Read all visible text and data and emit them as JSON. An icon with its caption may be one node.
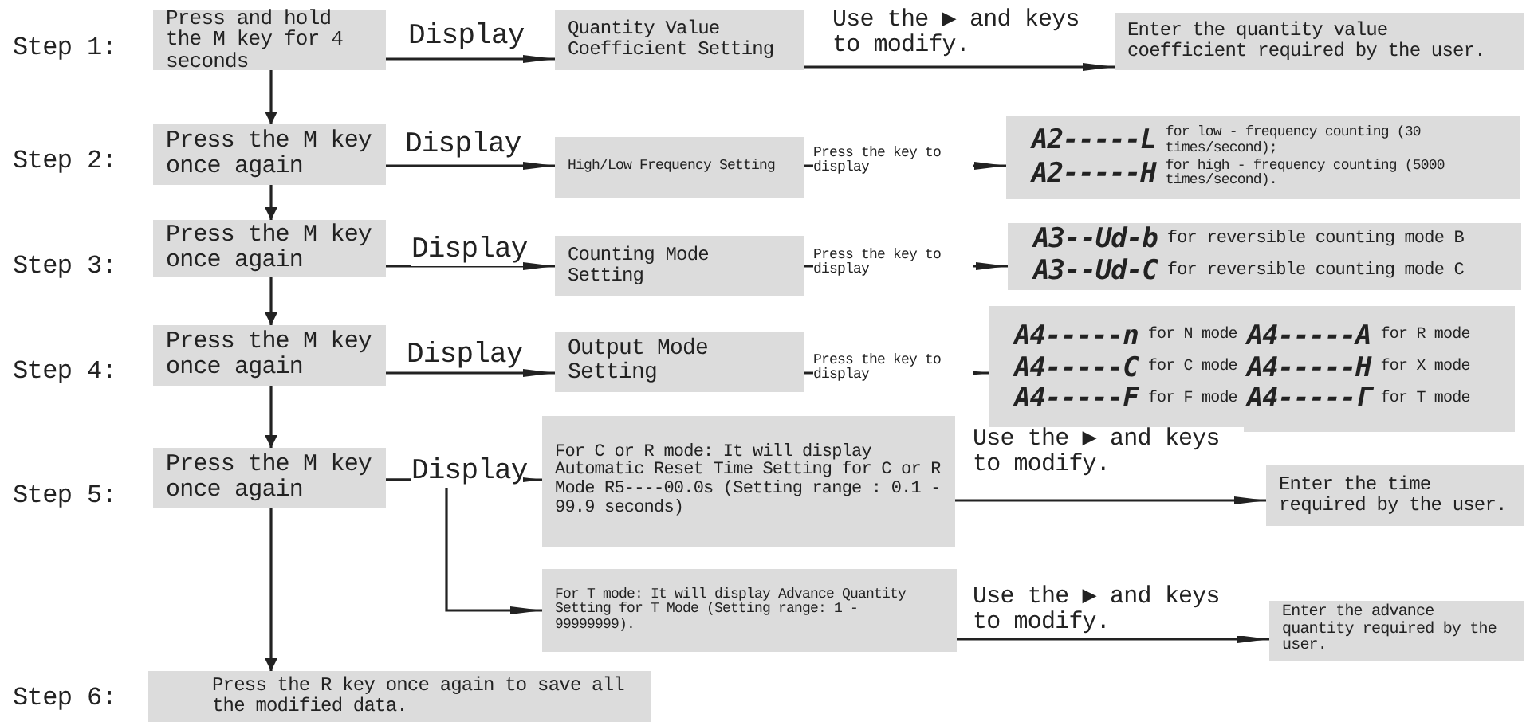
{
  "diagram": {
    "nodes": [
      {
        "text": [
          "Press and hold the M key for 4 seconds"
        ]
      },
      {
        "text": [
          "Quantity Value Coefficient Setting"
        ]
      },
      {
        "text": [
          "Enter the quantity value coefficient required by the user."
        ]
      },
      {
        "text": [
          "Press the M key once again"
        ]
      },
      {
        "text": [
          "High/Low Frequency Setting"
        ]
      },
      {
        "text": [
          "A2-----L",
          "for low - frequency counting (30 times/second);",
          "A2-----H",
          "for high - frequency counting (5000 times/second)."
        ]
      },
      {
        "text": [
          "Press the M key once again"
        ]
      },
      {
        "text": [
          "Counting Mode Setting"
        ]
      },
      {
        "text": [
          "A3--Ud-b",
          "for reversible counting mode B",
          "A3--Ud-C",
          "for reversible counting mode C"
        ]
      },
      {
        "text": [
          "Press the M key once again"
        ]
      },
      {
        "text": [
          "Output Mode Setting"
        ]
      },
      {
        "text": [
          "A4-----n",
          "for N mode",
          "A4-----A",
          "for R mode",
          "A4-----C",
          "for C mode",
          "A4-----H",
          "for X mode",
          "A4-----F",
          "for F mode",
          "A4-----Γ",
          "for T mode"
        ]
      },
      {
        "text": [
          "Press the M key once again"
        ]
      },
      {
        "text": [
          "For C or R mode: It will display Automatic Reset Time Setting for C or R Mode R5----00.0s (Setting range : 0.1 - 99.9 seconds)"
        ]
      },
      {
        "text": [
          "Enter the time required by the user."
        ]
      },
      {
        "text": [
          "For T mode: It will display Advance Quantity Setting for T Mode (Setting range: 1 - 99999999)."
        ]
      },
      {
        "text": [
          "Enter the advance quantity required by the user."
        ]
      },
      {
        "text": [
          "Press the R key once again to save all the modified data."
        ]
      }
    ],
    "edges": [
      {
        "from": 0,
        "to": 1,
        "arrow": "to",
        "label": "Display"
      },
      {
        "from": 1,
        "to": 2,
        "arrow": "to",
        "label": "Use the ▶ and keys to modify."
      },
      {
        "from": 0,
        "to": 3,
        "arrow": "to"
      },
      {
        "from": 3,
        "to": 4,
        "arrow": "to",
        "label": "Display"
      },
      {
        "from": 4,
        "to": 5,
        "arrow": "to",
        "label": "Press the key to display"
      },
      {
        "from": 3,
        "to": 6,
        "arrow": "to"
      },
      {
        "from": 6,
        "to": 7,
        "arrow": "to",
        "label": "Display"
      },
      {
        "from": 7,
        "to": 8,
        "arrow": "to",
        "label": "Press the key to display"
      },
      {
        "from": 6,
        "to": 9,
        "arrow": "to"
      },
      {
        "from": 9,
        "to": 10,
        "arrow": "to",
        "label": "Display"
      },
      {
        "from": 10,
        "to": 11,
        "arrow": "to",
        "label": "Press the key to display"
      },
      {
        "from": 9,
        "to": 12,
        "arrow": "to"
      },
      {
        "from": 12,
        "to": 13,
        "arrow": "to",
        "label": "Display"
      },
      {
        "from": 12,
        "to": 15,
        "arrow": "to"
      },
      {
        "from": 13,
        "to": 14,
        "arrow": "to",
        "label": "Use the ▶ and keys to modify."
      },
      {
        "from": 15,
        "to": 16,
        "arrow": "to",
        "label": "Use the ▶ and keys to modify."
      },
      {
        "from": 12,
        "to": 17,
        "arrow": "to"
      }
    ],
    "labels": [
      "Step 1:",
      "Step 2:",
      "Step 3:",
      "Step 4:",
      "Step 5:",
      "Step 6:"
    ]
  }
}
